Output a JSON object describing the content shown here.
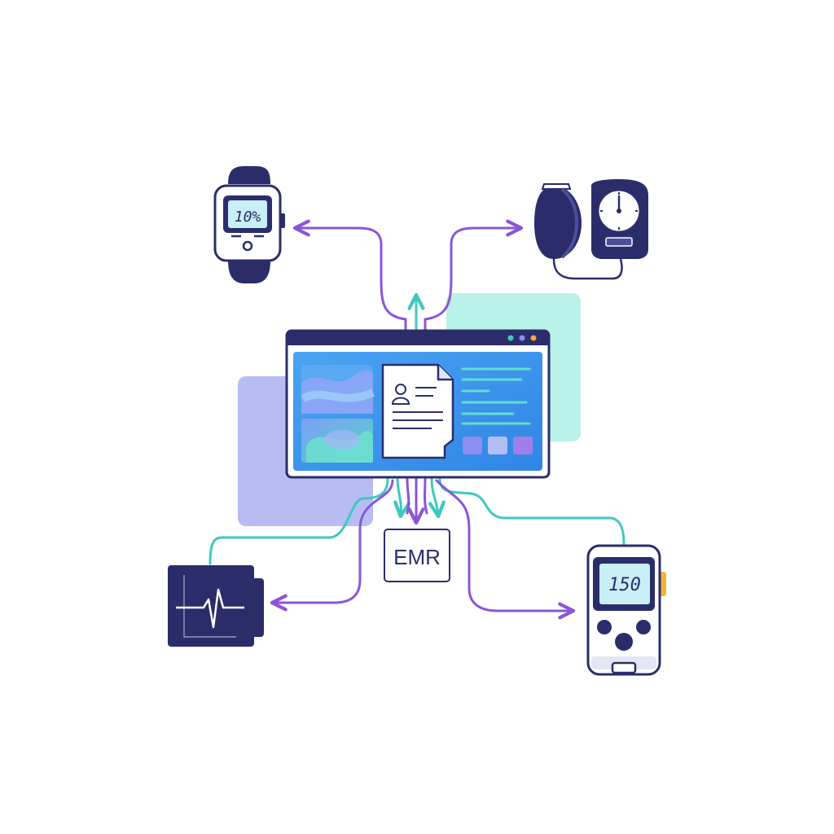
{
  "diagram": {
    "center": {
      "label": "EMR",
      "name": "emr-dashboard"
    },
    "devices": [
      {
        "id": "smartwatch",
        "icon": "smartwatch-icon",
        "reading": "10%"
      },
      {
        "id": "blood-pressure-monitor",
        "icon": "blood-pressure-monitor-icon",
        "reading": ""
      },
      {
        "id": "ecg-monitor",
        "icon": "ecg-monitor-icon",
        "reading": ""
      },
      {
        "id": "glucose-meter",
        "icon": "glucose-meter-icon",
        "reading": "150"
      }
    ],
    "colors": {
      "navy": "#2b2d6b",
      "purple": "#8b55d9",
      "teal": "#3ec9c0",
      "screen_blue": "#3a96ee",
      "lavender_square": "#b7bdf3",
      "mint_square": "#b8f2e8",
      "amber": "#f2b52e"
    }
  }
}
